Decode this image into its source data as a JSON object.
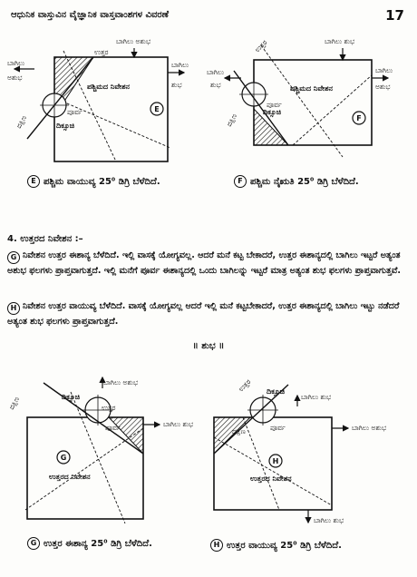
{
  "header": {
    "title": "ಆಧುನಿಕ ವಾಸ್ತುವಿನ ವೈಜ್ಞಾನಿಕ ವಾಸ್ತವಾಂಶಗಳ ವಿವರಣೆ",
    "page_number": "17"
  },
  "labels": {
    "bagilu_ashubha": "ಬಾಗಿಲು ಅಶುಭ",
    "bagilu_shubha": "ಬಾಗಿಲು ಶುಭ",
    "bagilu": "ಬಾಗಿಲು",
    "shubha": "ಶುಭ",
    "ashubha": "ಅಶುಭ",
    "uttara": "ಉತ್ತರ",
    "poorva": "ಪೂರ್ವ",
    "dakshina": "ದಕ್ಷಿಣ",
    "dikkuchi": "ದಿಕ್ಸೂಚಿ"
  },
  "diagrams": {
    "E": {
      "letter": "E",
      "title": "ಪಶ್ಚಿಮದ ನಿವೇಶನ",
      "caption": "ಪಶ್ಚಿಮ ವಾಯುವ್ಯ 25⁰ ಡಿಗ್ರಿ ಬೆಳೆದಿದೆ."
    },
    "F": {
      "letter": "F",
      "title": "ಪಶ್ಚಿಮದ ನಿವೇಶನ",
      "caption": "ಪಶ್ಚಿಮ ನೈಋತಿ 25⁰ ಡಿಗ್ರಿ ಬೆಳೆದಿದೆ."
    },
    "G": {
      "letter": "G",
      "title": "ಉತ್ತರದ ನಿವೇಶನ",
      "caption": "ಉತ್ತರ ಈಶಾನ್ಯ 25⁰ ಡಿಗ್ರಿ ಬೆಳೆದಿದೆ."
    },
    "H": {
      "letter": "H",
      "title": "ಉತ್ತರದ ನಿವೇಶನ",
      "caption": "ಉತ್ತರ ವಾಯುವ್ಯ 25⁰ ಡಿಗ್ರಿ ಬೆಳೆದಿದೆ."
    }
  },
  "section": {
    "heading": "4. ಉತ್ತರದ ನಿವೇಶನ :–",
    "para_G_letter": "G",
    "para_G": "ನಿವೇಶನ ಉತ್ತರ ಈಶಾನ್ಯ ಬೆಳೆದಿದೆ. ಇಲ್ಲಿ ವಾಸಕ್ಕೆ ಯೋಗ್ಯವಲ್ಲ. ಆದರೆ ಮನೆ ಕಟ್ಟ ಬೇಕಾದರೆ, ಉತ್ತರ ಈಶಾನ್ಯದಲ್ಲಿ ಬಾಗಿಲು ಇಟ್ಟರೆ ಅತ್ಯಂತ ಅಶುಭ ಫಲಗಳು ಪ್ರಾಪ್ತವಾಗುತ್ತದೆ. ಇಲ್ಲಿ ಮನೆಗೆ ಪೂರ್ವ ಈಶಾನ್ಯದಲ್ಲಿ ಒಂದು ಬಾಗಿಲನ್ನು ಇಟ್ಟರೆ ಮಾತ್ರ ಅತ್ಯಂತ ಶುಭ ಫಲಗಳು ಪ್ರಾಪ್ತವಾಗುತ್ತವೆ.",
    "para_H_letter": "H",
    "para_H": "ನಿವೇಶನ ಉತ್ತರ ವಾಯುವ್ಯ ಬೆಳೆದಿದೆ. ವಾಸಕ್ಕೆ ಯೋಗ್ಯವಲ್ಲ ಆದರೆ ಇಲ್ಲಿ ಮನೆ ಕಟ್ಟಬೇಕಾದರೆ, ಉತ್ತರ ಈಶಾನ್ಯದಲ್ಲಿ ಬಾಗಿಲು ಇಟ್ಟು ನಡೆದರೆ ಅತ್ಯಂತ ಶುಭ ಫಲಗಳು ಪ್ರಾಪ್ತವಾಗುತ್ತದೆ.",
    "shubha_mark": "॥ ಶುಭ ॥"
  }
}
